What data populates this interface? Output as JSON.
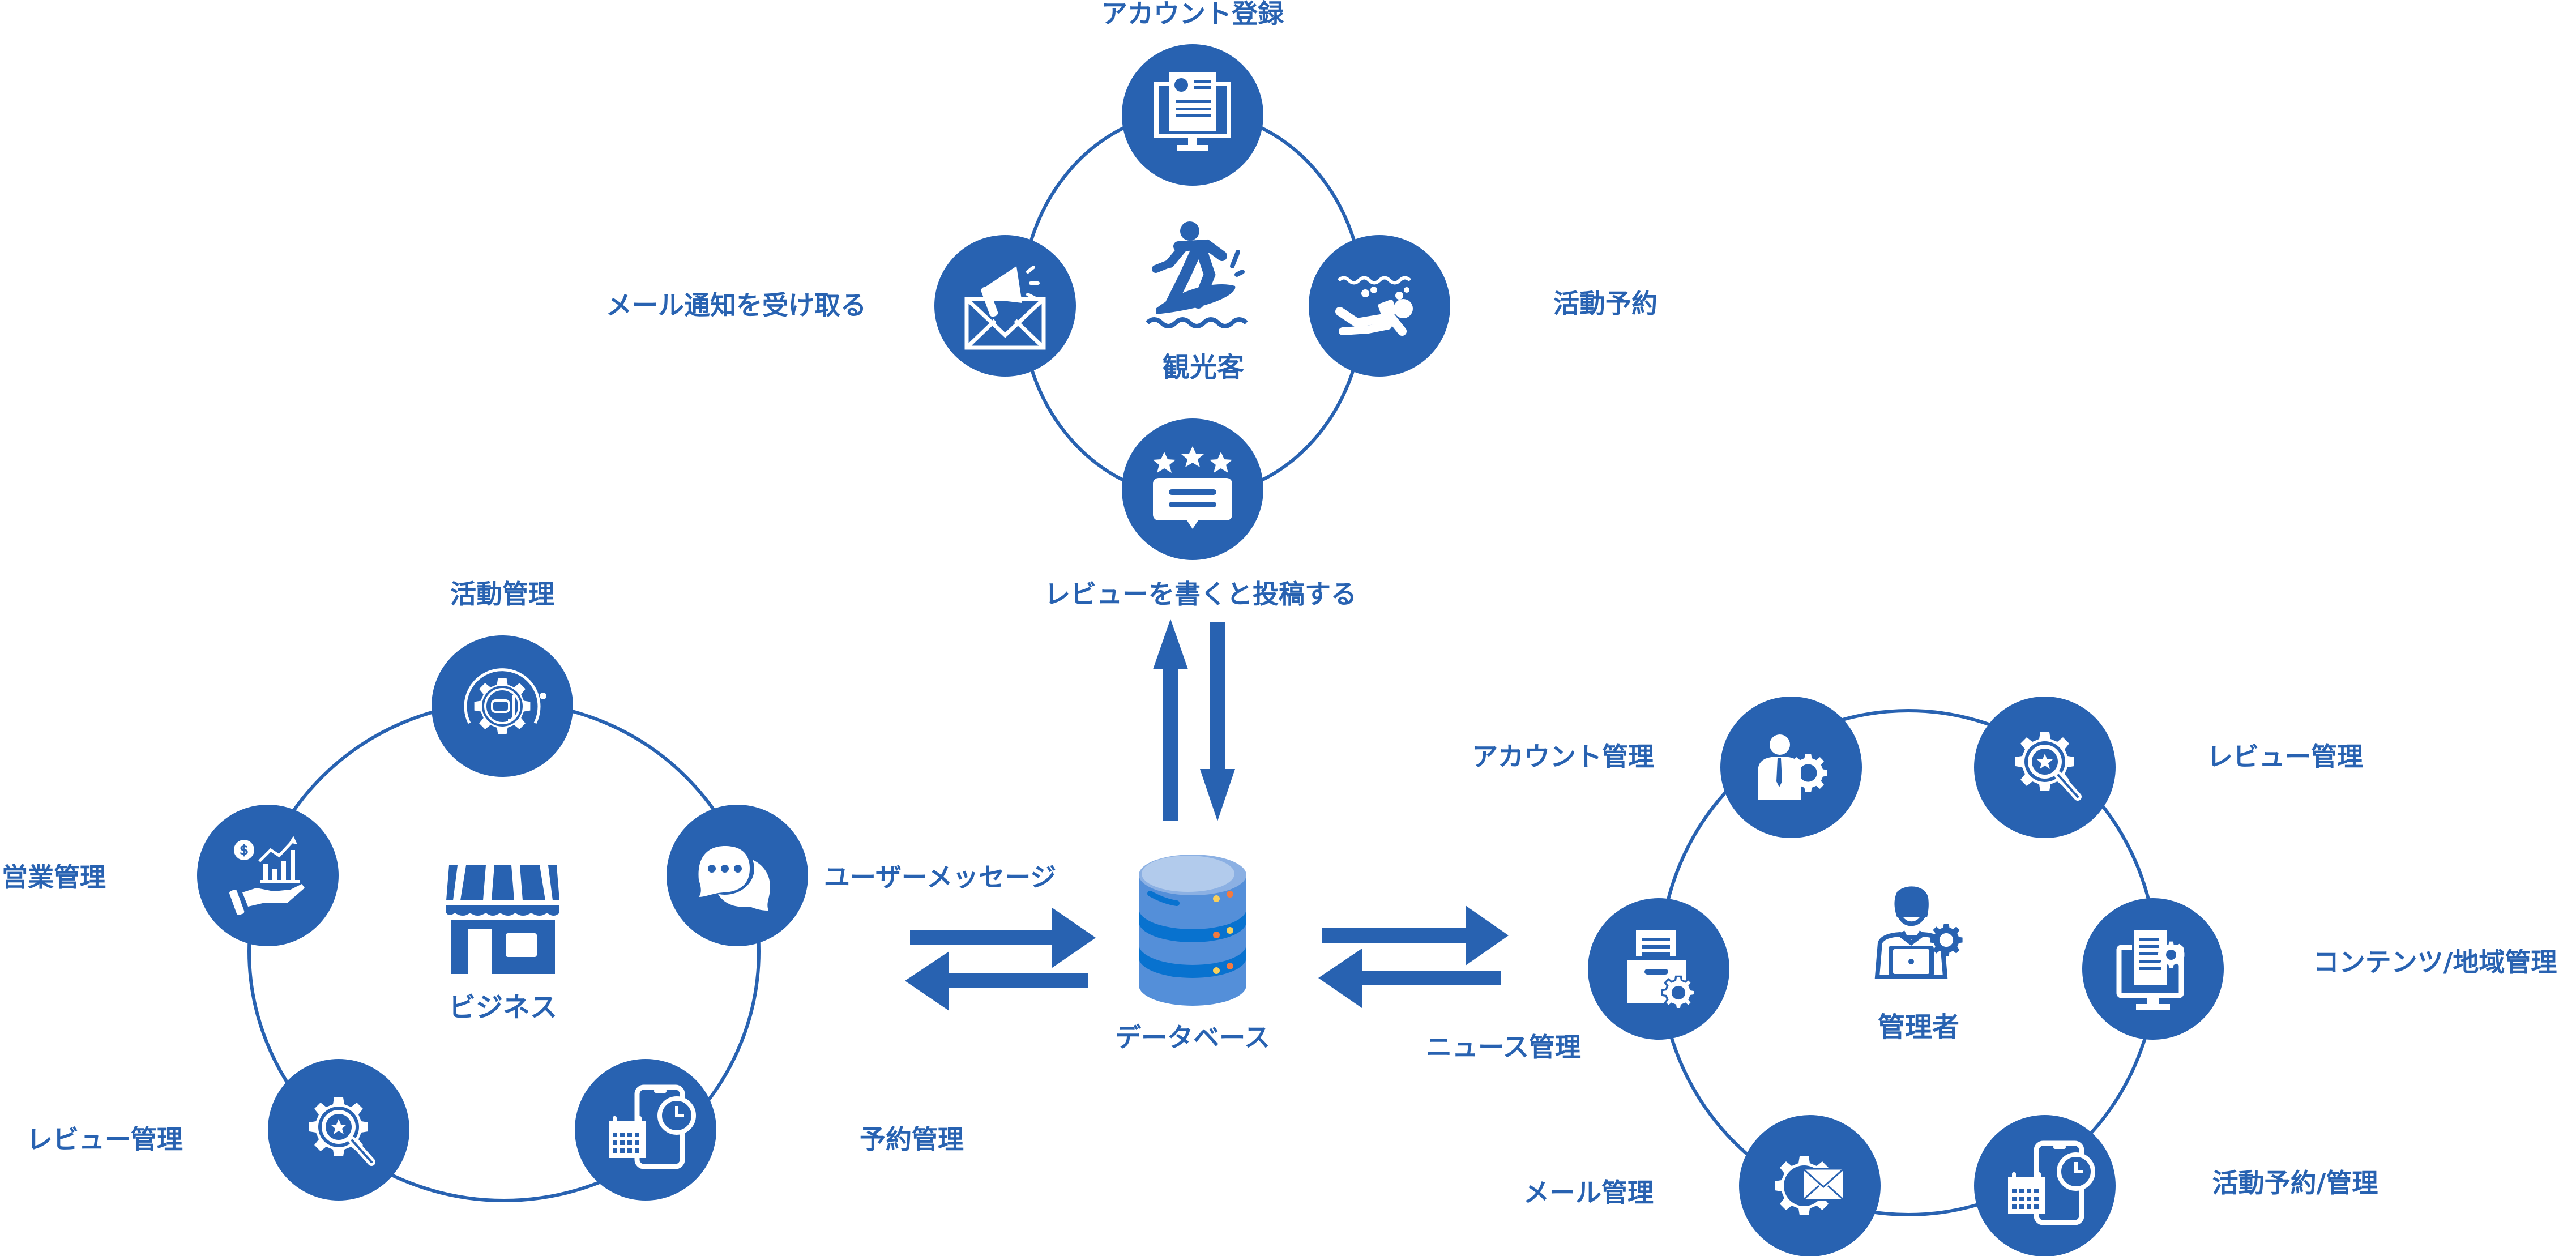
{
  "colors": {
    "primary": "#2862b1",
    "db_light": "#b2cbec",
    "db_mid": "#548fd9",
    "db_dark": "#0872cf",
    "led_yellow": "#f9cf5a",
    "led_orange": "#f47a3e"
  },
  "tourist": {
    "title": "観光客",
    "icon": "surfer-icon",
    "nodes": [
      {
        "label": "アカウント登録",
        "icon": "account-registration-monitor-icon"
      },
      {
        "label": "活動予約",
        "icon": "scuba-diver-icon"
      },
      {
        "label": "レビューを書くと投稿する",
        "icon": "star-review-icon"
      },
      {
        "label": "メール通知を受け取る",
        "icon": "email-megaphone-icon"
      }
    ]
  },
  "business": {
    "title": "ビジネス",
    "icon": "storefront-icon",
    "nodes": [
      {
        "label": "活動管理",
        "icon": "activity-gear-diving-mask-icon"
      },
      {
        "label": "ユーザーメッセージ",
        "icon": "chat-bubbles-icon"
      },
      {
        "label": "予約管理",
        "icon": "calendar-phone-clock-icon"
      },
      {
        "label": "レビュー管理",
        "icon": "gear-magnifier-star-icon"
      },
      {
        "label": "営業管理",
        "icon": "sales-growth-hand-icon"
      }
    ]
  },
  "database": {
    "title": "データベース",
    "icon": "database-icon"
  },
  "admin": {
    "title": "管理者",
    "icon": "admin-laptop-gear-icon",
    "nodes": [
      {
        "label": "アカウント管理",
        "icon": "user-gear-icon"
      },
      {
        "label": "レビュー管理",
        "icon": "gear-magnifier-star-icon"
      },
      {
        "label": "コンテンツ/地域管理",
        "icon": "document-monitor-gear-icon"
      },
      {
        "label": "活動予約/管理",
        "icon": "calendar-phone-clock-icon"
      },
      {
        "label": "メール管理",
        "icon": "gear-envelope-icon"
      },
      {
        "label": "ニュース管理",
        "icon": "archive-box-gear-icon"
      }
    ]
  },
  "connections": [
    {
      "from": "観光客",
      "to": "データベース",
      "direction": "bidirectional"
    },
    {
      "from": "ビジネス",
      "to": "データベース",
      "direction": "bidirectional"
    },
    {
      "from": "データベース",
      "to": "管理者",
      "direction": "bidirectional"
    }
  ]
}
